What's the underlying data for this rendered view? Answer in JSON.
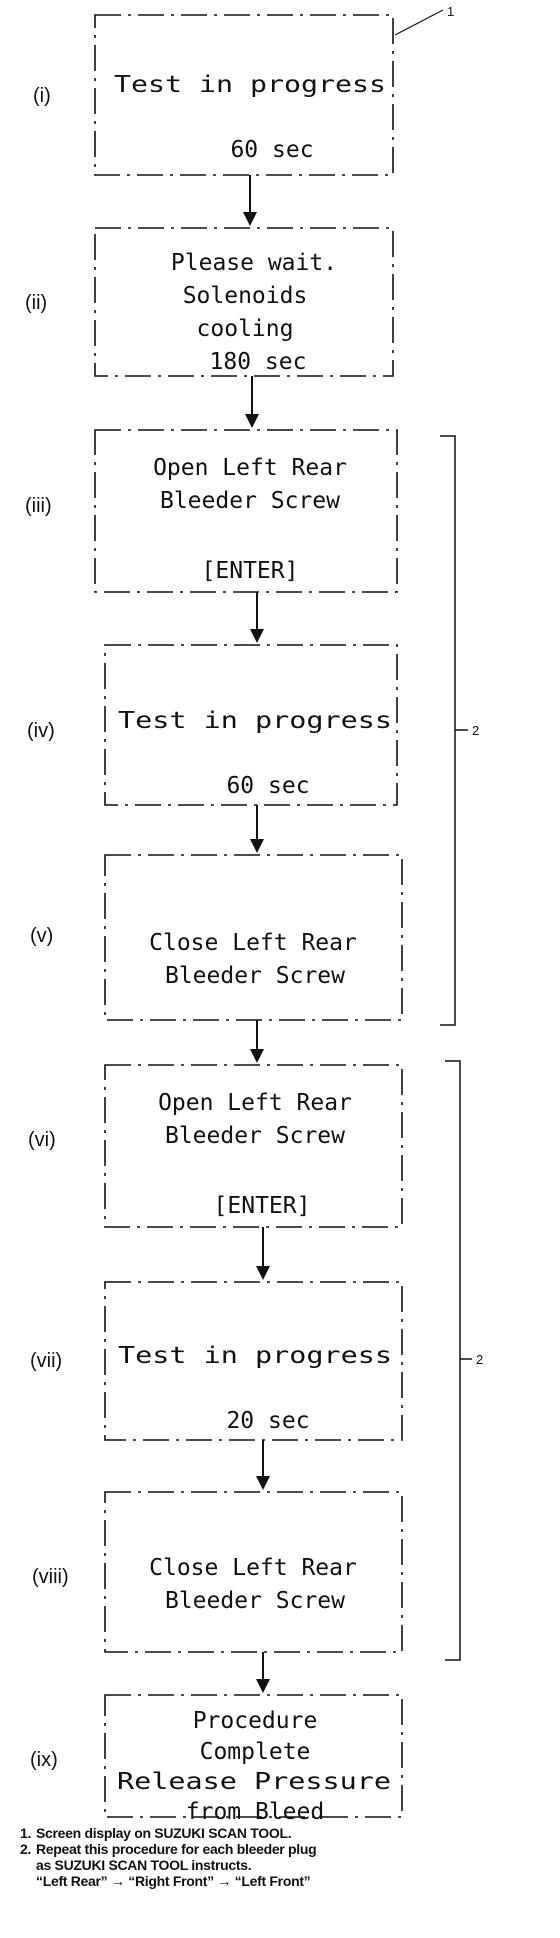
{
  "steps": [
    {
      "label": "(i)",
      "lines": [
        "Test in progress",
        "",
        "60 sec"
      ]
    },
    {
      "label": "(ii)",
      "lines": [
        "Please wait.",
        "Solenoids",
        "cooling",
        "180 sec"
      ]
    },
    {
      "label": "(iii)",
      "lines": [
        "Open Left Rear",
        "Bleeder Screw",
        "",
        "[ENTER]"
      ]
    },
    {
      "label": "(iv)",
      "lines": [
        "Test in progress",
        "",
        "60 sec"
      ]
    },
    {
      "label": "(v)",
      "lines": [
        "Close Left Rear",
        "Bleeder Screw"
      ]
    },
    {
      "label": "(vi)",
      "lines": [
        "Open Left Rear",
        "Bleeder Screw",
        "",
        "[ENTER]"
      ]
    },
    {
      "label": "(vii)",
      "lines": [
        "Test in progress",
        "",
        "20 sec"
      ]
    },
    {
      "label": "(viii)",
      "lines": [
        "Close Left Rear",
        "Bleeder Screw"
      ]
    },
    {
      "label": "(ix)",
      "lines": [
        "Procedure",
        "Complete",
        "Release Pressure",
        "from Bleed"
      ]
    }
  ],
  "callouts": {
    "screen": "1",
    "group_a": "2",
    "group_b": "2"
  },
  "notes": [
    {
      "num": "1.",
      "lines": [
        "Screen display on SUZUKI SCAN TOOL."
      ]
    },
    {
      "num": "2.",
      "lines": [
        "Repeat this procedure for each bleeder plug",
        "as SUZUKI SCAN TOOL instructs.",
        "“Left Rear” → “Right Front” → “Left Front”"
      ]
    }
  ]
}
